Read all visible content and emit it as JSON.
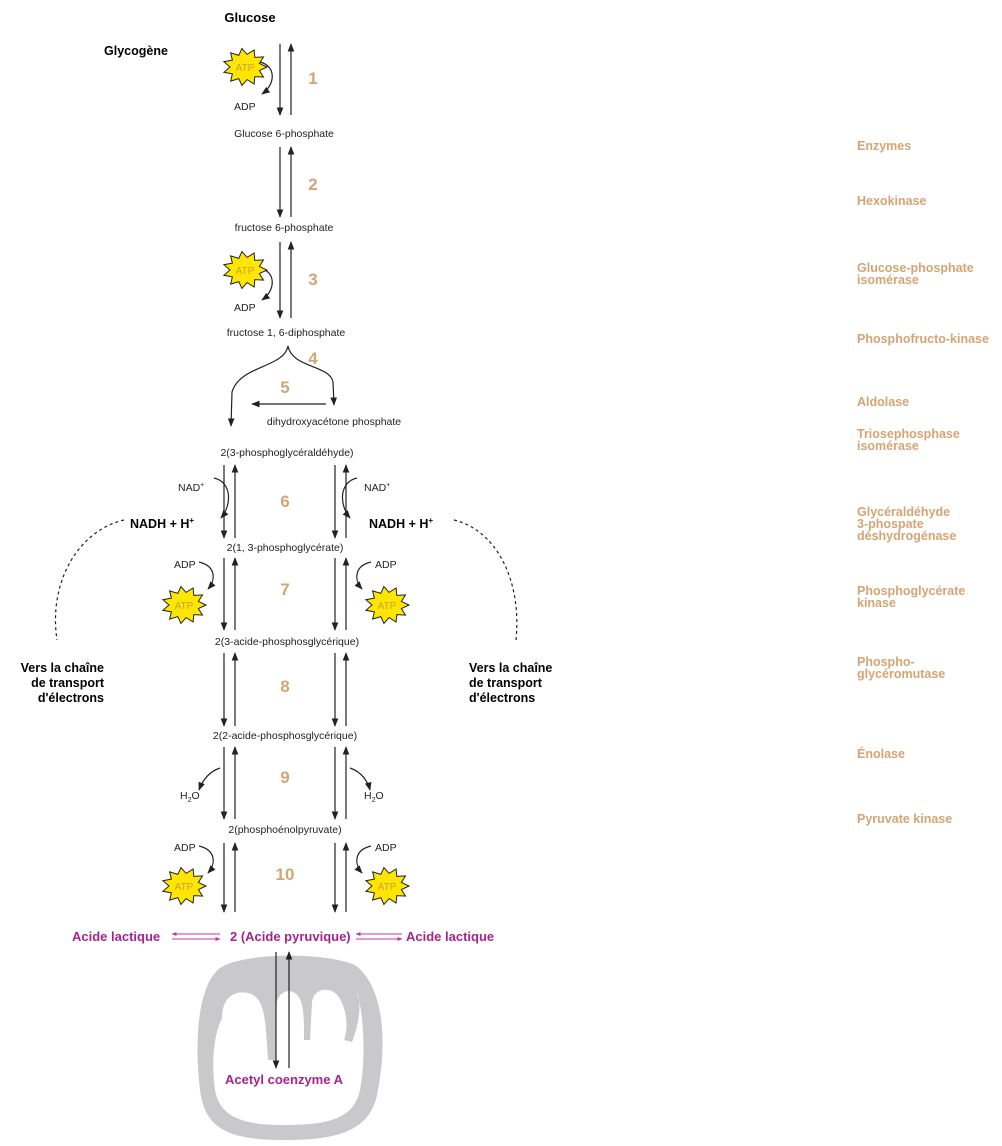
{
  "pathway": {
    "start": "Glucose",
    "glycogen": "Glycogène",
    "metabolites": {
      "g6p": "Glucose 6-phosphate",
      "f6p": "fructose 6-phosphate",
      "f16dp": "fructose 1, 6-diphosphate",
      "dhap": "dihydroxyacétone phosphate",
      "g3p": "2(3-phosphoglycéraldéhyde)",
      "bpg": "2(1, 3-phosphoglycérate)",
      "pga3": "2(3-acide-phosphosglycérique)",
      "pga2": "2(2-acide-phosphosglycérique)",
      "pep": "2(phosphoénolpyruvate)",
      "pyruvate": "2 (Acide pyruvique)"
    },
    "steps": [
      "1",
      "2",
      "3",
      "4",
      "5",
      "6",
      "7",
      "8",
      "9",
      "10"
    ],
    "cofactors": {
      "atp": "ATP",
      "adp": "ADP",
      "nad": "NAD",
      "nad_sup": "+",
      "nadh": "NADH + H",
      "nadh_sup": "+",
      "h2o_h": "H",
      "h2o_sub": "2",
      "h2o_o": "O"
    },
    "electron_chain": [
      "Vers la chaîne",
      "de transport",
      "d'électrons"
    ],
    "lactic": "Acide lactique",
    "acetyl": "Acetyl coenzyme A"
  },
  "enzymes": {
    "title": "Enzymes",
    "list": [
      [
        "Hexokinase"
      ],
      [
        "Glucose-phosphate",
        "isomérase"
      ],
      [
        "Phosphofructo-kinase"
      ],
      [
        "Aldolase"
      ],
      [
        "Triosephosphase",
        "isomérase"
      ],
      [
        "Glycéraldéhyde",
        "3-phospate",
        "déshydrogénase"
      ],
      [
        "Phosphoglycérate",
        "kinase"
      ],
      [
        "Phospho-",
        "glycéromutase"
      ],
      [
        "Énolase"
      ],
      [
        "Pyruvate kinase"
      ]
    ]
  },
  "colors": {
    "step": "#d4a574",
    "enzyme": "#d4a574",
    "pink": "#a5248f",
    "atp_fill": "#ffe600",
    "mito": "#c8c8ca"
  }
}
